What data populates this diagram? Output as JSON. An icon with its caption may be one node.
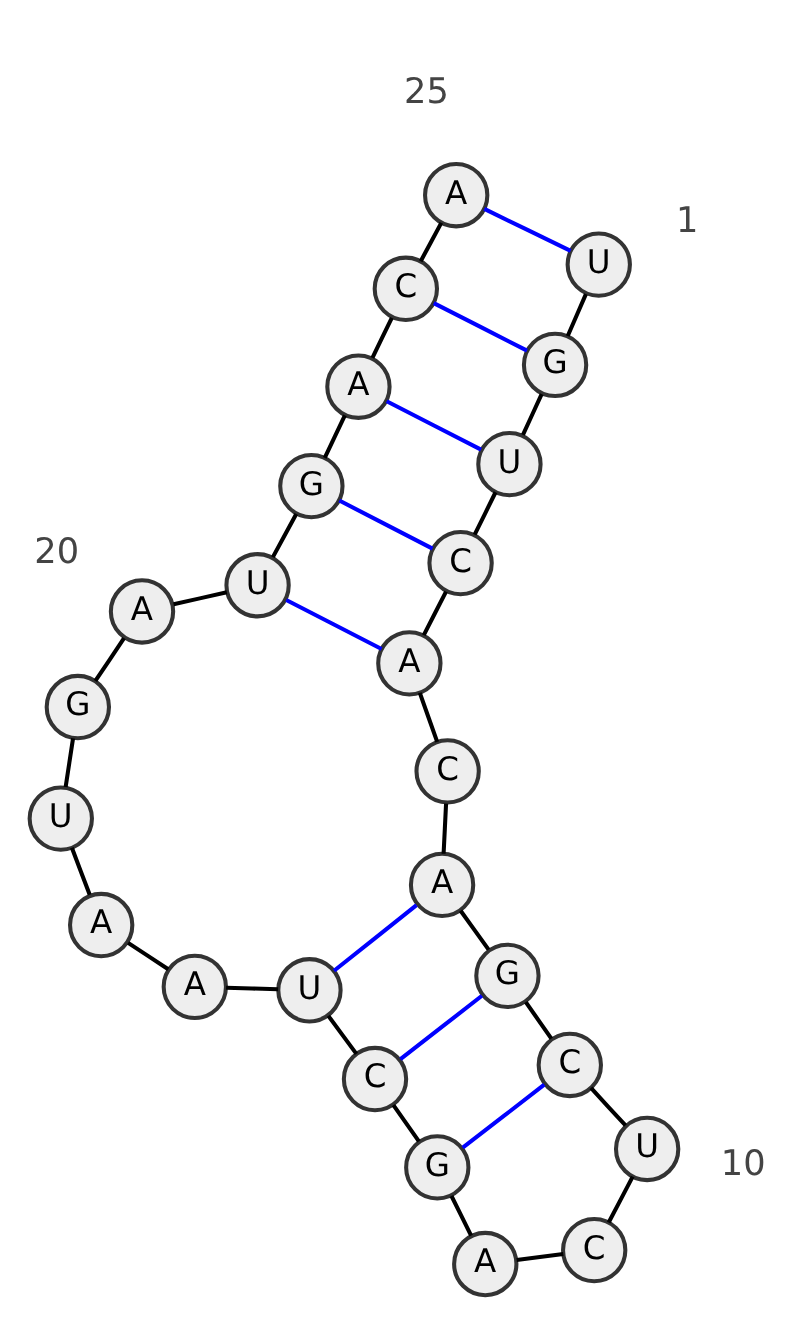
{
  "diagram": {
    "nodes": [
      {
        "text": [
          "U"
        ]
      },
      {
        "text": [
          "G"
        ]
      },
      {
        "text": [
          "U"
        ]
      },
      {
        "text": [
          "C"
        ]
      },
      {
        "text": [
          "A"
        ]
      },
      {
        "text": [
          "C"
        ]
      },
      {
        "text": [
          "A"
        ]
      },
      {
        "text": [
          "G"
        ]
      },
      {
        "text": [
          "C"
        ]
      },
      {
        "text": [
          "U"
        ]
      },
      {
        "text": [
          "C"
        ]
      },
      {
        "text": [
          "A"
        ]
      },
      {
        "text": [
          "G"
        ]
      },
      {
        "text": [
          "C"
        ]
      },
      {
        "text": [
          "U"
        ]
      },
      {
        "text": [
          "A"
        ]
      },
      {
        "text": [
          "A"
        ]
      },
      {
        "text": [
          "U"
        ]
      },
      {
        "text": [
          "G"
        ]
      },
      {
        "text": [
          "A"
        ]
      },
      {
        "text": [
          "U"
        ]
      },
      {
        "text": [
          "G"
        ]
      },
      {
        "text": [
          "A"
        ]
      },
      {
        "text": [
          "C"
        ]
      },
      {
        "text": [
          "A"
        ]
      }
    ],
    "edges": [
      {
        "from": 0,
        "to": 1,
        "arrow": "none"
      },
      {
        "from": 1,
        "to": 2,
        "arrow": "none"
      },
      {
        "from": 2,
        "to": 3,
        "arrow": "none"
      },
      {
        "from": 3,
        "to": 4,
        "arrow": "none"
      },
      {
        "from": 4,
        "to": 5,
        "arrow": "none"
      },
      {
        "from": 5,
        "to": 6,
        "arrow": "none"
      },
      {
        "from": 6,
        "to": 7,
        "arrow": "none"
      },
      {
        "from": 7,
        "to": 8,
        "arrow": "none"
      },
      {
        "from": 8,
        "to": 9,
        "arrow": "none"
      },
      {
        "from": 9,
        "to": 10,
        "arrow": "none"
      },
      {
        "from": 10,
        "to": 11,
        "arrow": "none"
      },
      {
        "from": 11,
        "to": 12,
        "arrow": "none"
      },
      {
        "from": 12,
        "to": 13,
        "arrow": "none"
      },
      {
        "from": 13,
        "to": 14,
        "arrow": "none"
      },
      {
        "from": 14,
        "to": 15,
        "arrow": "none"
      },
      {
        "from": 15,
        "to": 16,
        "arrow": "none"
      },
      {
        "from": 16,
        "to": 17,
        "arrow": "none"
      },
      {
        "from": 17,
        "to": 18,
        "arrow": "none"
      },
      {
        "from": 18,
        "to": 19,
        "arrow": "none"
      },
      {
        "from": 19,
        "to": 20,
        "arrow": "none"
      },
      {
        "from": 20,
        "to": 21,
        "arrow": "none"
      },
      {
        "from": 21,
        "to": 22,
        "arrow": "none"
      },
      {
        "from": 22,
        "to": 23,
        "arrow": "none"
      },
      {
        "from": 23,
        "to": 24,
        "arrow": "none"
      },
      {
        "from": 0,
        "to": 24,
        "arrow": "none",
        "color": "#0000ff"
      },
      {
        "from": 1,
        "to": 23,
        "arrow": "none",
        "color": "#0000ff"
      },
      {
        "from": 2,
        "to": 22,
        "arrow": "none",
        "color": "#0000ff"
      },
      {
        "from": 3,
        "to": 21,
        "arrow": "none",
        "color": "#0000ff"
      },
      {
        "from": 4,
        "to": 20,
        "arrow": "none",
        "color": "#0000ff"
      },
      {
        "from": 6,
        "to": 14,
        "arrow": "none",
        "color": "#0000ff"
      },
      {
        "from": 7,
        "to": 13,
        "arrow": "none",
        "color": "#0000ff"
      },
      {
        "from": 8,
        "to": 12,
        "arrow": "none",
        "color": "#0000ff"
      }
    ],
    "labels": [
      "10",
      "1",
      "20",
      "25"
    ]
  }
}
